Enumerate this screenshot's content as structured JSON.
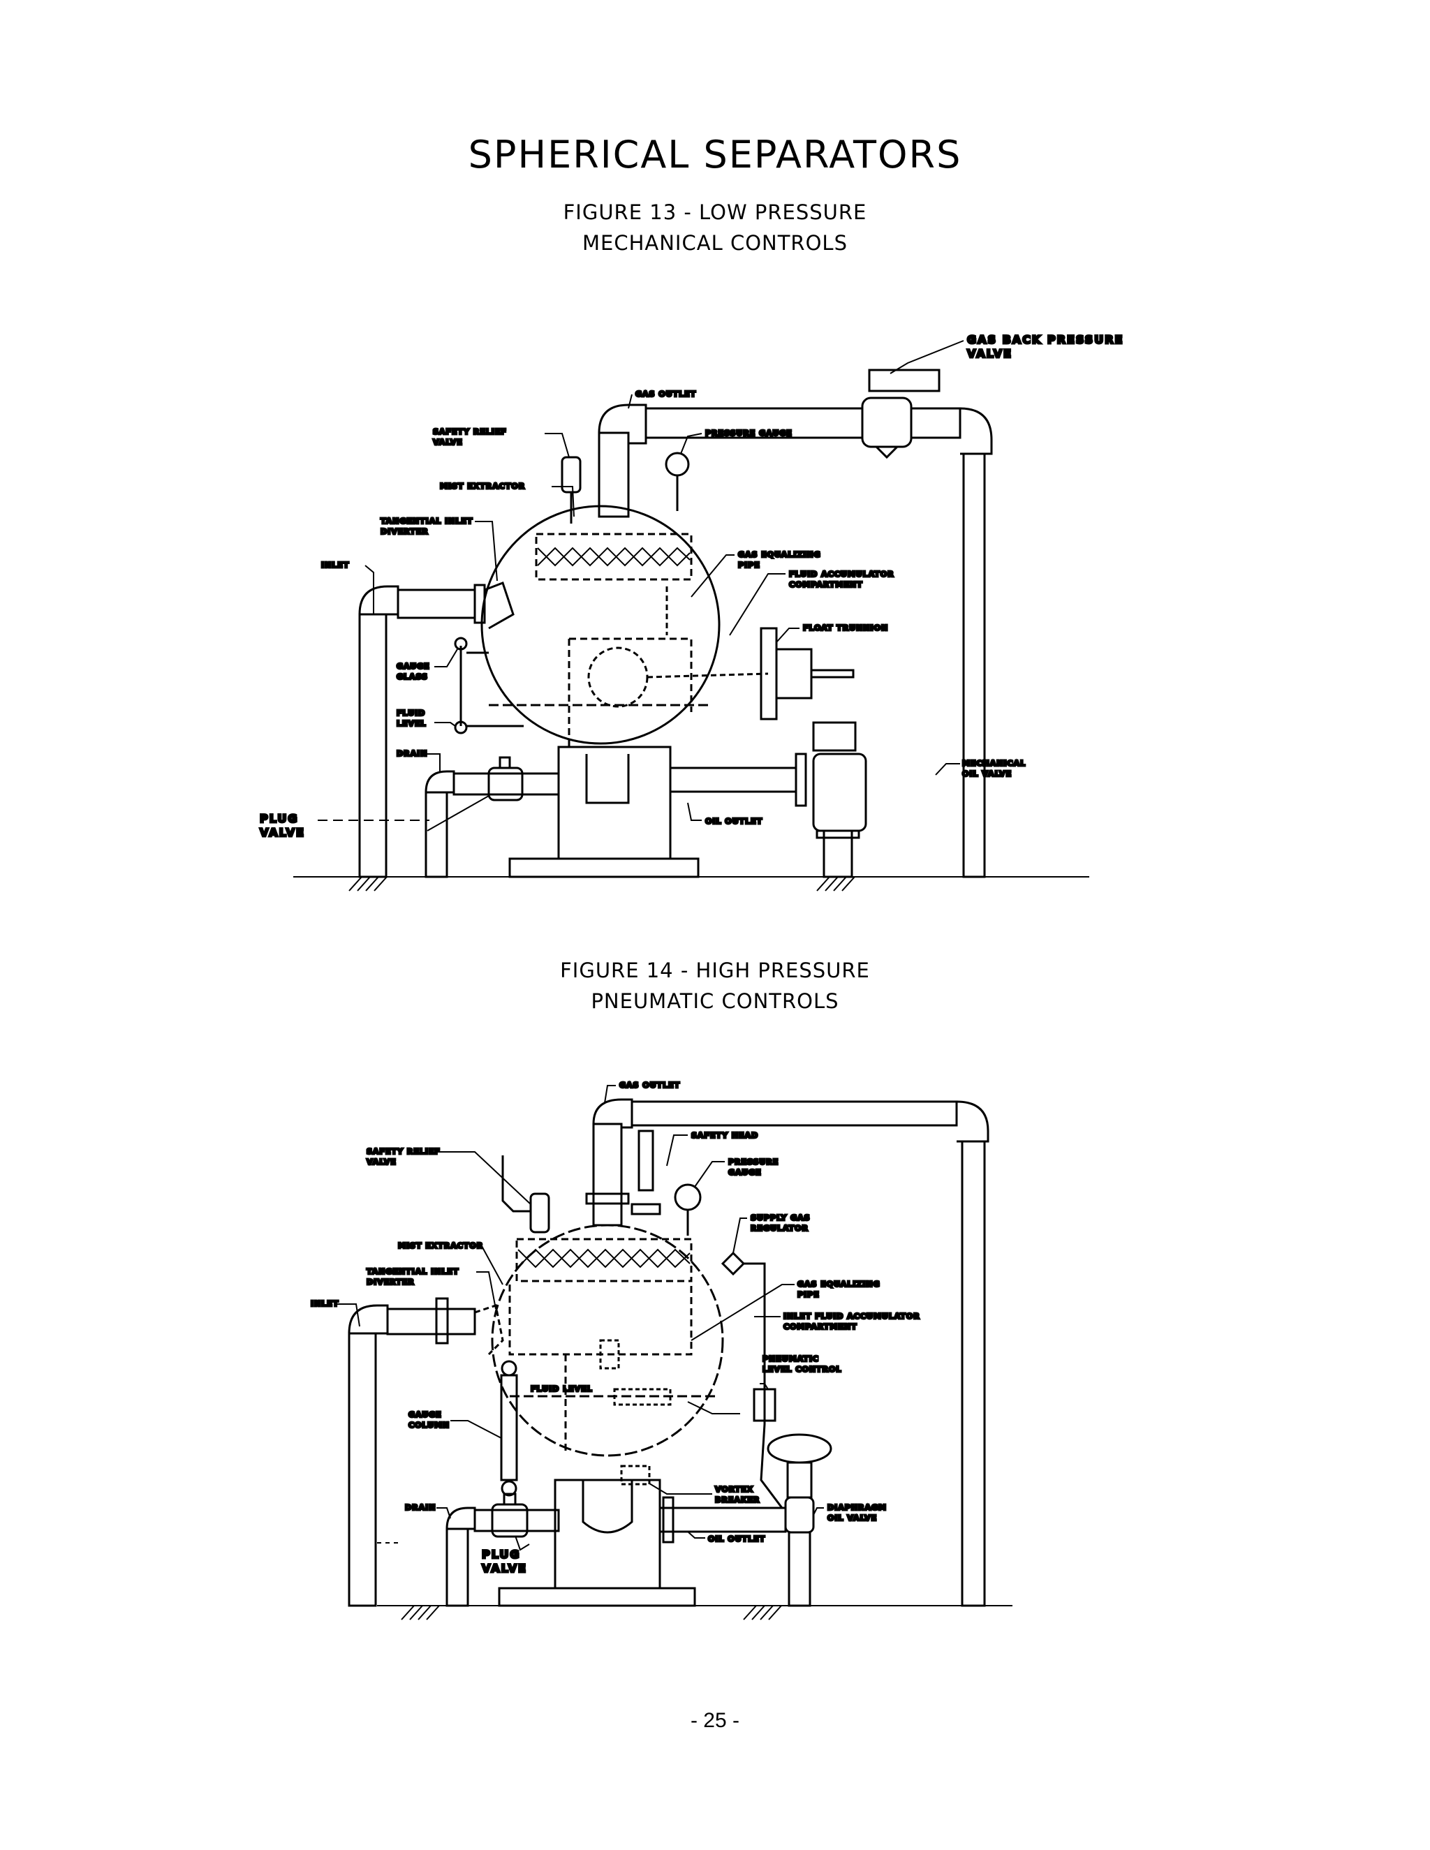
{
  "page": {
    "title": "SPHERICAL SEPARATORS",
    "page_number": "- 25 -"
  },
  "figure13": {
    "caption_line1": "FIGURE 13 - LOW PRESSURE",
    "caption_line2": "MECHANICAL CONTROLS",
    "labels": {
      "gas_back_pressure_valve_1": "GAS BACK PRESSURE",
      "gas_back_pressure_valve_2": "VALVE",
      "gas_outlet": "GAS OUTLET",
      "safety_relief_valve_1": "SAFETY RELIEF",
      "safety_relief_valve_2": "VALVE",
      "pressure_gauge": "PRESSURE GAUGE",
      "mist_extractor": "MIST EXTRACTOR",
      "tangential_inlet_diverter_1": "TANGENTIAL INLET",
      "tangential_inlet_diverter_2": "DIVERTER",
      "inlet": "INLET",
      "gas_equalizing_pipe_1": "GAS EQUALIZING",
      "gas_equalizing_pipe_2": "PIPE",
      "fluid_accumulator_compartment_1": "FLUID ACCUMULATOR",
      "fluid_accumulator_compartment_2": "COMPARTMENT",
      "float_trunnion": "FLOAT TRUNNION",
      "gauge_glass_1": "GAUGE",
      "gauge_glass_2": "GLASS",
      "fluid_level_1": "FLUID",
      "fluid_level_2": "LEVEL",
      "drain": "DRAIN",
      "mechanical_oil_valve_1": "MECHANICAL",
      "mechanical_oil_valve_2": "OIL VALVE",
      "plug_valve_1": "PLUG",
      "plug_valve_2": "VALVE",
      "oil_outlet": "OIL OUTLET"
    }
  },
  "figure14": {
    "caption_line1": "FIGURE 14 - HIGH PRESSURE",
    "caption_line2": "PNEUMATIC CONTROLS",
    "labels": {
      "gas_outlet": "GAS OUTLET",
      "safety_relief_valve_1": "SAFETY RELIEF",
      "safety_relief_valve_2": "VALVE",
      "safety_head": "SAFETY HEAD",
      "pressure_gauge_1": "PRESSURE",
      "pressure_gauge_2": "GAUGE",
      "supply_gas_regulator_1": "SUPPLY GAS",
      "supply_gas_regulator_2": "REGULATOR",
      "mist_extractor": "MIST EXTRACTOR",
      "tangential_inlet_diverter_1": "TANGENTIAL INLET",
      "tangential_inlet_diverter_2": "DIVERTER",
      "gas_equalizing_pipe_1": "GAS EQUALIZING",
      "gas_equalizing_pipe_2": "PIPE",
      "inlet": "INLET",
      "inlet_fluid_accumulator_1": "INLET FLUID ACCUMULATOR",
      "inlet_fluid_accumulator_2": "COMPARTMENT",
      "pneumatic_level_control_1": "PNEUMATIC",
      "pneumatic_level_control_2": "LEVEL CONTROL",
      "fluid_level": "FLUID LEVEL",
      "gauge_column_1": "GAUGE",
      "gauge_column_2": "COLUMN",
      "drain": "DRAIN",
      "vortex_breaker_1": "VORTEX",
      "vortex_breaker_2": "BREAKER",
      "diaphragm_oil_valve_1": "DIAPHRAGM",
      "diaphragm_oil_valve_2": "OIL VALVE",
      "plug_valve_1": "PLUG",
      "plug_valve_2": "VALVE",
      "oil_outlet": "OIL OUTLET"
    }
  }
}
